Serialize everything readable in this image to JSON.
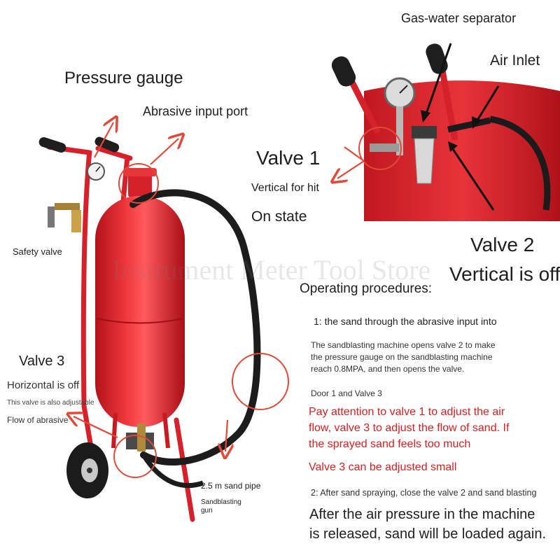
{
  "labels": {
    "pressure_gauge": "Pressure gauge",
    "abrasive_input_port": "Abrasive input port",
    "safety_valve": "Safety valve",
    "valve3_title": "Valve 3",
    "valve3_state": "Horizontal is off",
    "valve3_note": "This valve is also adjustable",
    "valve3_flow": "Flow of abrasive",
    "sand_pipe": "2.5 m sand pipe",
    "sandblasting_gun": "Sandblasting gun",
    "gas_water_separator": "Gas-water separator",
    "air_inlet": "Air Inlet",
    "valve1_title": "Valve 1",
    "valve1_vertical": "Vertical for hit",
    "valve1_state": "On state",
    "valve2_title": "Valve 2",
    "valve2_state": "Vertical is off"
  },
  "procedures": {
    "heading": "Operating procedures:",
    "step1": "1: the sand through the abrasive input into",
    "step1_detail_1": "The sandblasting machine opens valve 2 to make",
    "step1_detail_2": "the pressure gauge on the sandblasting machine",
    "step1_detail_3": "reach 0.8MPA, and then opens the valve.",
    "door_line": "Door 1 and Valve 3",
    "warning_1": "Pay attention to valve 1 to adjust the air",
    "warning_2": "flow, valve 3 to adjust the flow of sand. If",
    "warning_3": "the sprayed sand feels too much",
    "warning_4": "Valve 3 can be adjusted small",
    "step2": "2: After sand spraying, close the valve 2 and sand blasting",
    "final_1": "After the air pressure in the machine",
    "final_2": "is released, sand will be loaded again."
  },
  "watermark": "Instrument Meter Tool Store",
  "colors": {
    "tank_red": "#e8232a",
    "annotation_red": "#e04a3a",
    "warning_text": "#d42020"
  }
}
